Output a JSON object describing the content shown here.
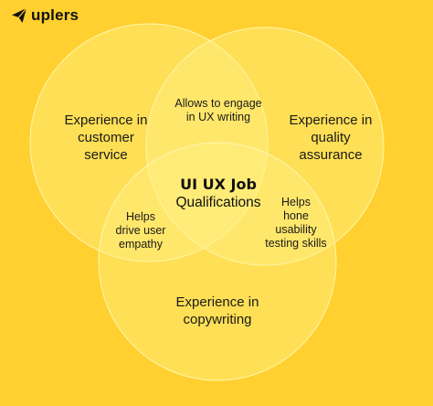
{
  "brand": {
    "name": "uplers"
  },
  "colors": {
    "background": "#FFD02F",
    "circle_fill": "#FFF38A",
    "circle_stroke": "#FFF6B0",
    "text": "#1A1A1A"
  },
  "diagram": {
    "center": {
      "line1": "UI UX Job",
      "line2": "Qualifications"
    },
    "circles": {
      "left": "Experience in\ncustomer\nservice",
      "right": "Experience in\nquality\nassurance",
      "bottom": "Experience in\ncopywriting"
    },
    "overlaps": {
      "top": "Allows to engage\nin UX writing",
      "left": "Helps\ndrive user\nempathy",
      "right": "Helps\nhone\nusability\ntesting skills"
    }
  }
}
